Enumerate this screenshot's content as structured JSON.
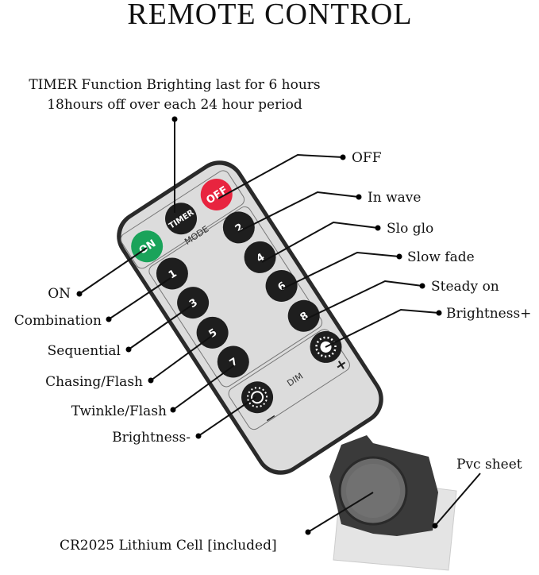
{
  "title": "REMOTE CONTROL",
  "timer_note": [
    "TIMER Function Brighting last for 6 hours",
    "18hours off over each 24 hour period"
  ],
  "labels_right": [
    "OFF",
    "In wave",
    "Slo glo",
    "Slow fade",
    "Steady on",
    "Brightness+"
  ],
  "labels_left": [
    "ON",
    "Combination",
    "Sequential",
    "Chasing/Flash",
    "Twinkle/Flash",
    "Brightness-"
  ],
  "pvc_label": "Pvc sheet",
  "battery_label": "CR2025 Lithium Cell [included]",
  "remote": {
    "buttons": {
      "on": "ON",
      "timer": "TIMER",
      "off": "OFF",
      "n1": "1",
      "n2": "2",
      "n3": "3",
      "n4": "4",
      "n5": "5",
      "n6": "6",
      "n7": "7",
      "n8": "8"
    },
    "mode_label": "MODE",
    "dim_label": "DIM",
    "plus": "+",
    "minus": "−"
  },
  "colors": {
    "on": "#1aa35a",
    "off": "#e8243f",
    "button": "#1e1e1e",
    "body": "#dcdcdc"
  }
}
